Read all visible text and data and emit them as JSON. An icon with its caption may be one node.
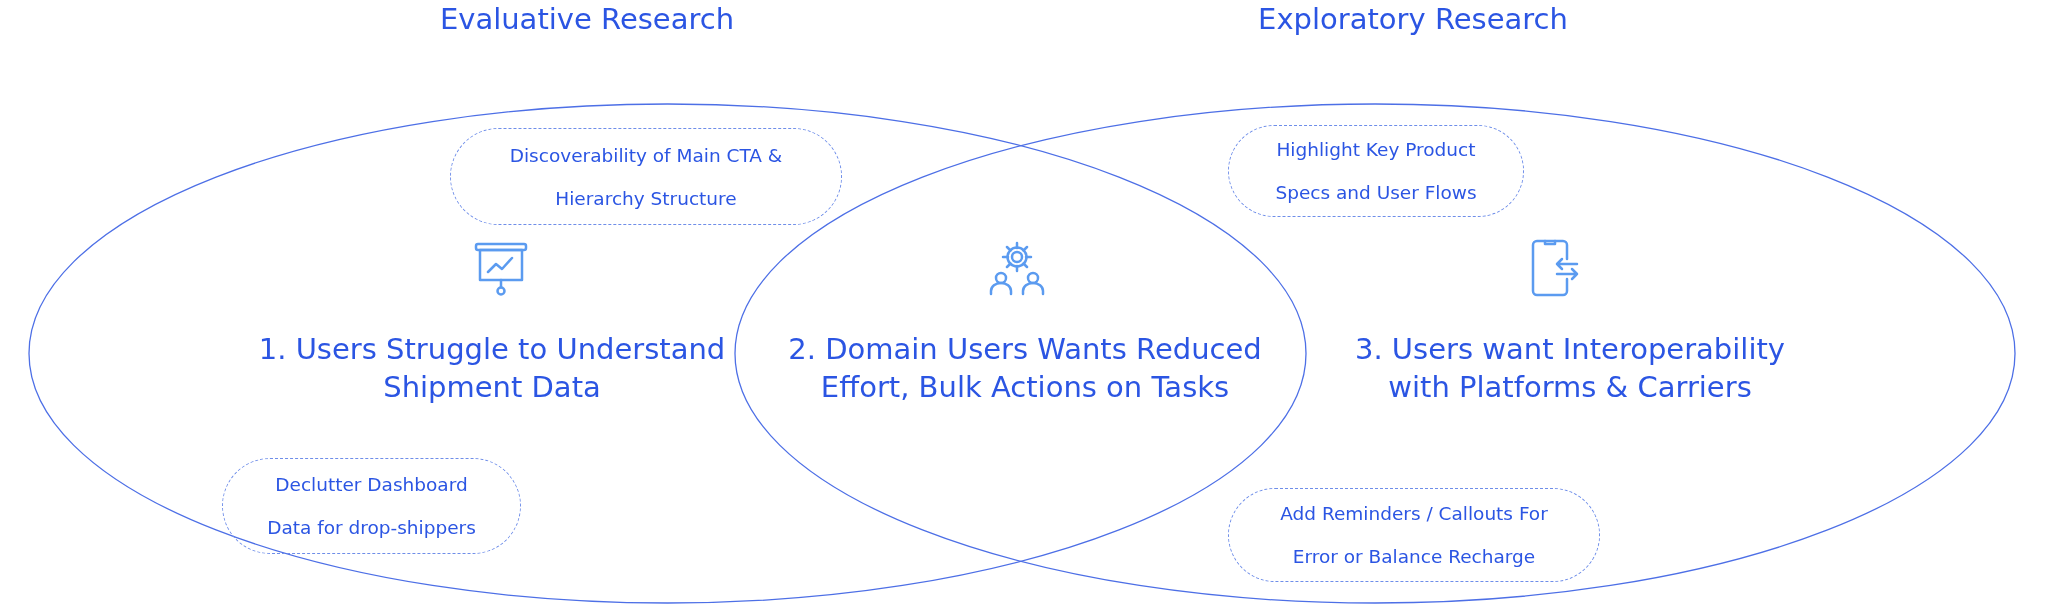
{
  "diagram": {
    "nodes": [
      {
        "text": [
          "Evaluative Research"
        ]
      },
      {
        "text": [
          "Exploratory Research"
        ]
      },
      {
        "text": [
          "Discoverability of Main CTA & Hierarchy Structure"
        ],
        "in": 0
      },
      {
        "text": [
          "Highlight Key Product Specs and User Flows"
        ],
        "in": 1
      },
      {
        "text": [
          "Declutter Dashboard Data for drop-shippers"
        ],
        "in": 0
      },
      {
        "text": [
          "Add Reminders / Callouts For Error or Balance Recharge"
        ],
        "in": 1
      }
    ],
    "edges": [],
    "labels": [
      "1. Users Struggle to Understand Shipment Data",
      "2. Domain Users Wants Reduced Effort, Bulk Actions on Tasks",
      "3. Users want Interoperability with Platforms & Carriers"
    ]
  }
}
